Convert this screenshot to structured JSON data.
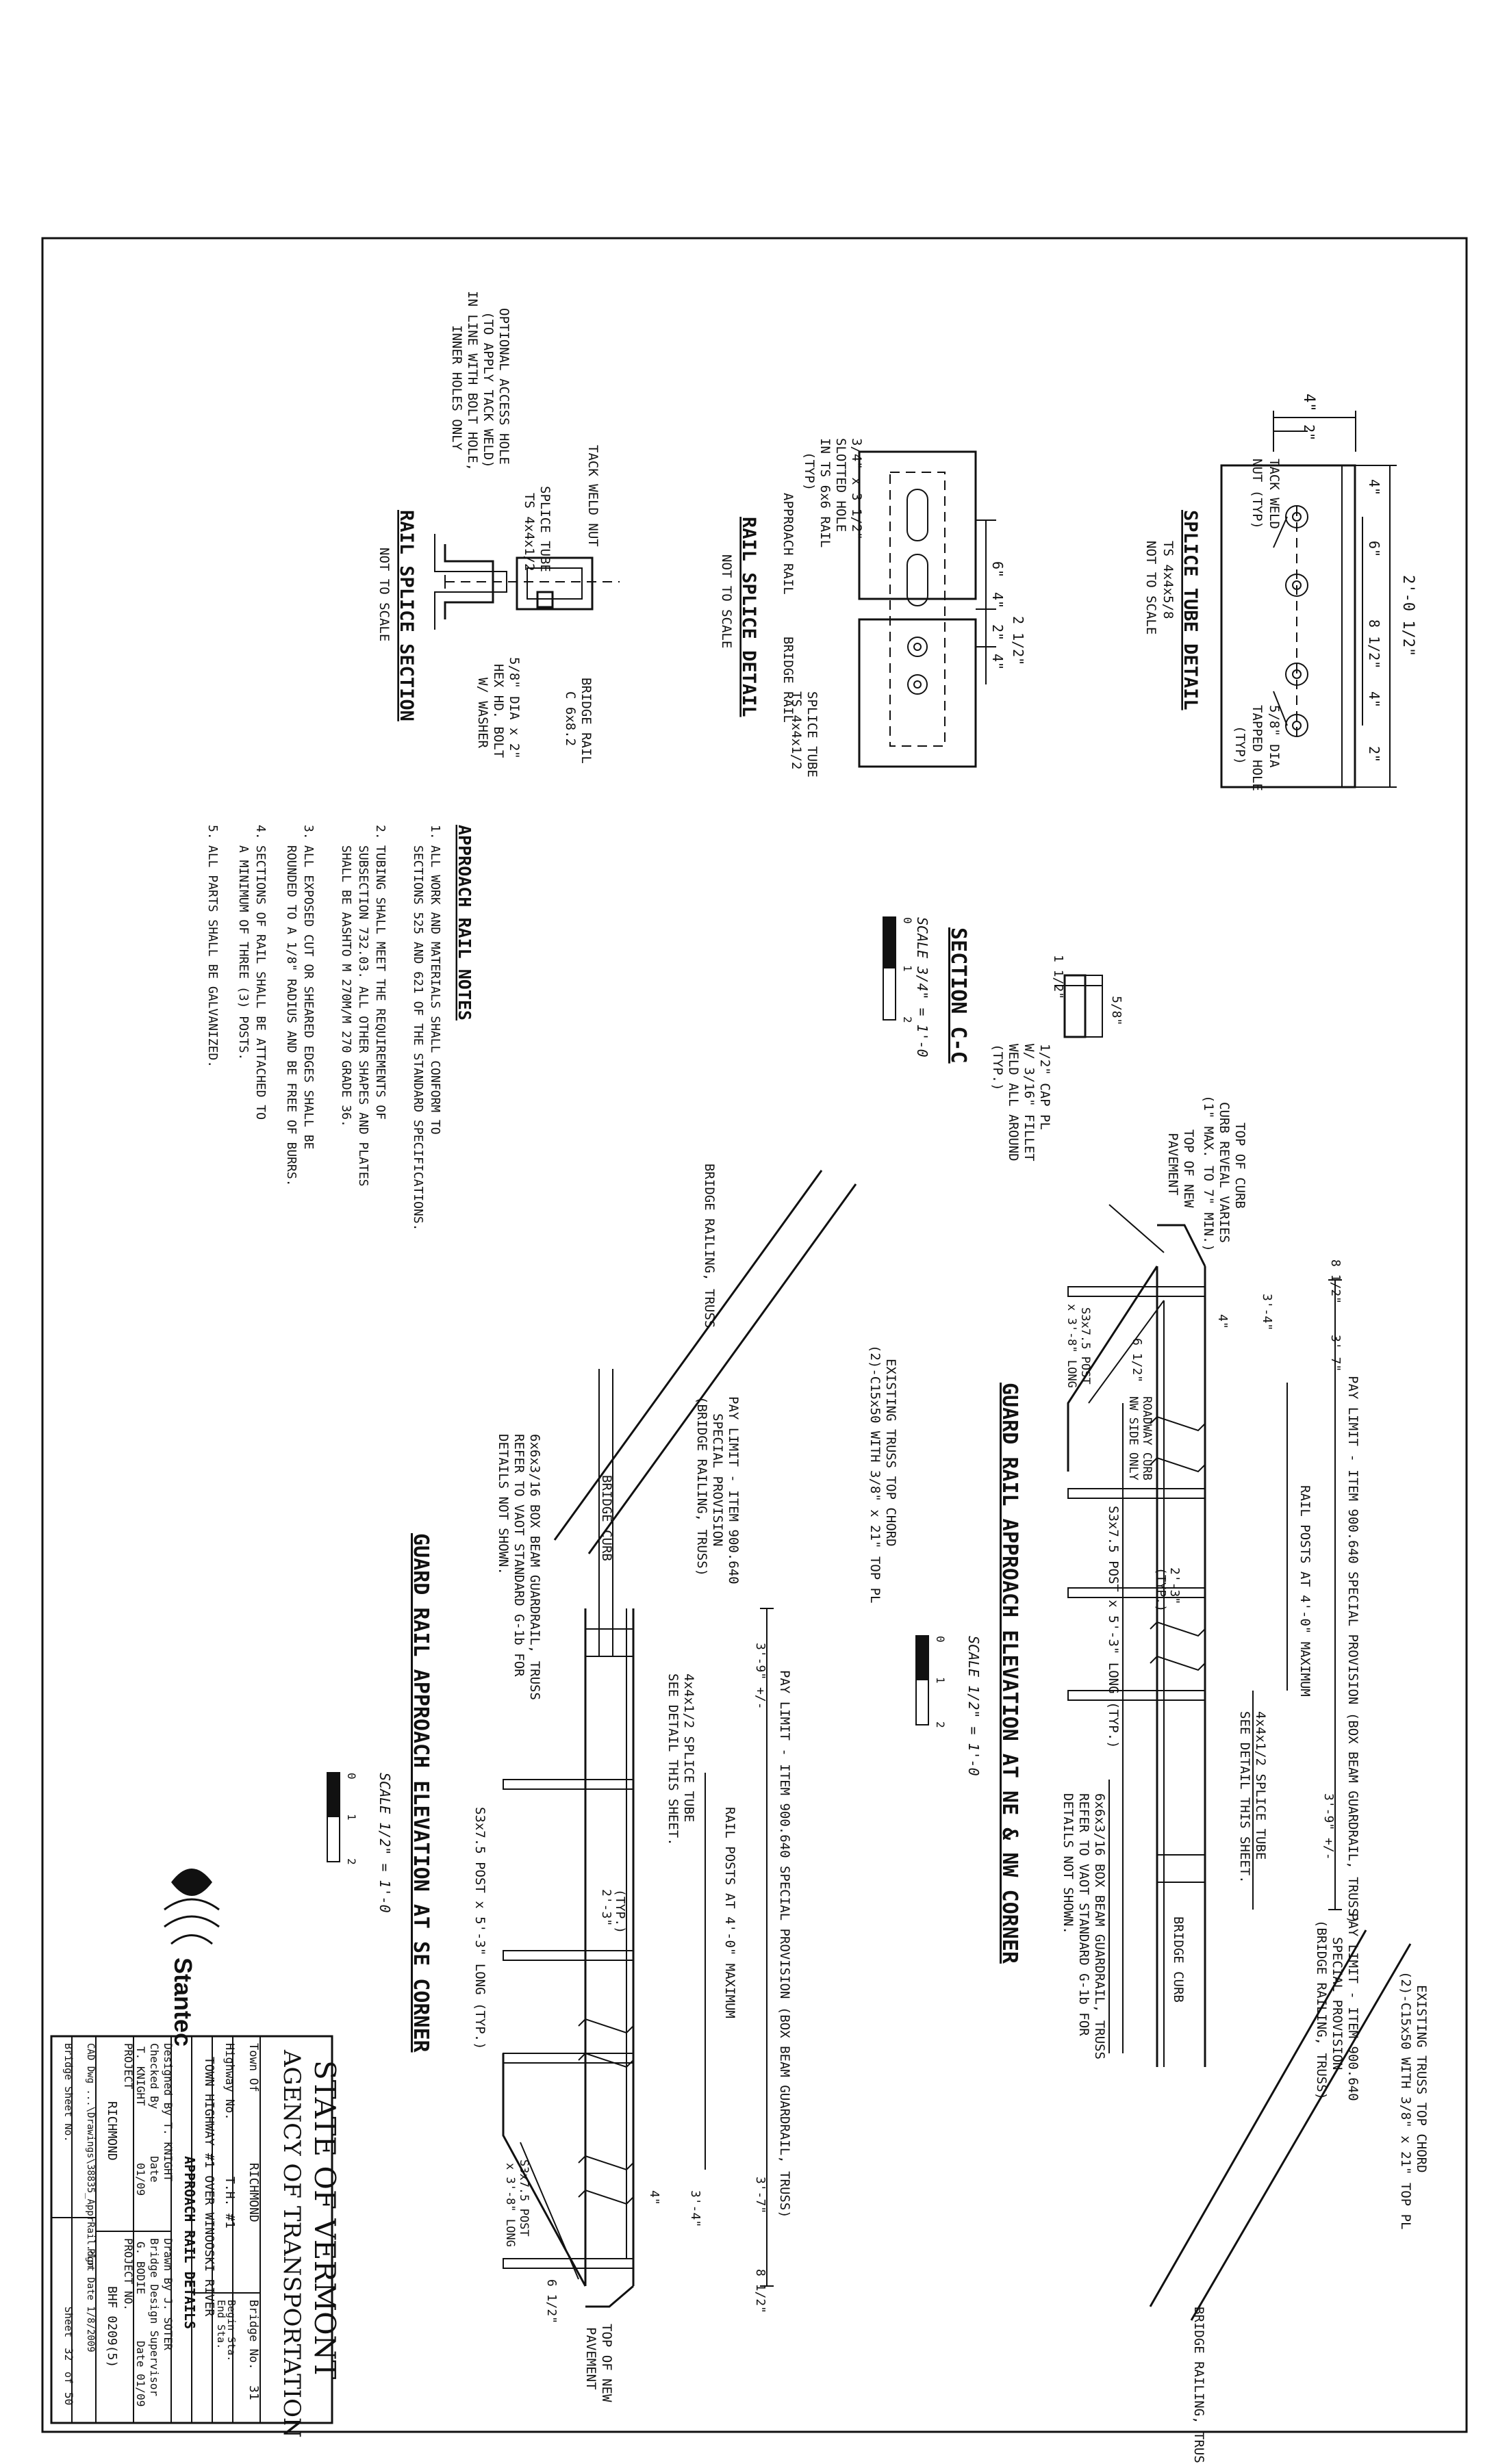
{
  "splice_tube_detail": {
    "title": "SPLICE TUBE DETAIL",
    "subtitle": "TS 4x4x5/8",
    "scale": "NOT TO SCALE",
    "dim_overall": "2'-0 1/2\"",
    "dim_width": "4\"",
    "dim_half": "2\"",
    "dims": [
      "4\"",
      "6\"",
      "8 1/2\"",
      "4\"",
      "2\""
    ],
    "tack_weld": [
      "TACK WELD",
      "NUT (TYP)"
    ],
    "tapped_hole": [
      "5/8\" DIA",
      "TAPPED HOLE",
      "(TYP)"
    ]
  },
  "rail_splice_detail": {
    "title": "RAIL SPLICE DETAIL",
    "scale": "NOT TO SCALE",
    "slotted": [
      "3/4\" x 3 1/2\"",
      "SLOTTED HOLE",
      "IN TS 6x6 RAIL",
      "(TYP)"
    ],
    "approach_rail": "APPROACH RAIL",
    "bridge_rail": "BRIDGE RAIL",
    "splice_tube": [
      "SPLICE TUBE",
      "TS 4x4x1/2"
    ],
    "dims": [
      "6\"",
      "4\"",
      "2 1/2\"",
      "2\"",
      "4\""
    ]
  },
  "rail_splice_section": {
    "title": "RAIL SPLICE SECTION",
    "scale": "NOT TO SCALE",
    "tack_weld_nut": "TACK WELD NUT",
    "splice_tube": [
      "SPLICE TUBE",
      "TS 4x4x1/2"
    ],
    "access_hole": [
      "OPTIONAL ACCESS HOLE",
      "(TO APPLY TACK WELD)",
      "IN LINE WITH BOLT HOLE,",
      "INNER HOLES ONLY"
    ],
    "bridge_rail": [
      "BRIDGE RAIL",
      "C 6x8.2"
    ],
    "bolt": [
      "5/8\" DIA x 2\"",
      "HEX HD. BOLT",
      "W/ WASHER"
    ]
  },
  "section_cc": {
    "title": "SECTION C-C",
    "scale": "SCALE 3/4\" = 1'-0",
    "scale_ticks": [
      "0",
      "1",
      "2"
    ],
    "dim_top": "1 1/2\"",
    "dim_side": "5/8\"",
    "plate": [
      "1/2\" CAP PL",
      "W/ 3/16\" FILLET",
      "WELD ALL AROUND",
      "(TYP.)"
    ]
  },
  "approach_rail_notes": {
    "title": "APPROACH RAIL NOTES",
    "notes": [
      {
        "n": "1.",
        "lines": [
          "ALL WORK AND MATERIALS SHALL CONFORM TO",
          "SECTIONS 525 AND 621 OF THE STANDARD SPECIFICATIONS."
        ]
      },
      {
        "n": "2.",
        "lines": [
          "TUBING SHALL MEET THE REQUIREMENTS OF",
          "SUBSECTION 732.03. ALL OTHER SHAPES AND PLATES",
          "SHALL BE AASHTO M 270M/M 270 GRADE 36."
        ]
      },
      {
        "n": "3.",
        "lines": [
          "ALL EXPOSED CUT OR SHEARED EDGES SHALL BE",
          "ROUNDED TO A 1/8\" RADIUS AND BE FREE OF BURRS."
        ]
      },
      {
        "n": "4.",
        "lines": [
          "SECTIONS OF RAIL SHALL BE ATTACHED TO",
          "A MINIMUM OF THREE (3) POSTS."
        ]
      },
      {
        "n": "5.",
        "lines": [
          "ALL PARTS SHALL BE GALVANIZED."
        ]
      }
    ]
  },
  "elev_ne_nw": {
    "title": "GUARD RAIL APPROACH ELEVATION AT NE & NW CORNER",
    "scale": "SCALE 1/2\" = 1'-0",
    "scale_ticks": [
      "0",
      "1",
      "2"
    ],
    "pay_limit_1": "PAY LIMIT - ITEM 900.640 SPECIAL PROVISION (BOX BEAM GUARDRAIL, TRUSS)",
    "pay_limit_2": [
      "PAY LIMIT - ITEM 900.640",
      "SPECIAL PROVISION",
      "(BRIDGE RAILING, TRUSS)"
    ],
    "existing_chord": [
      "EXISTING TRUSS TOP CHORD",
      "(2)-C15x50 WITH 3/8\" x 21\" TOP PL"
    ],
    "rail_posts": "RAIL POSTS AT 4'-0\" MAXIMUM",
    "top_of_curb": [
      "TOP OF CURB",
      "CURB REVEAL VARIES",
      "(1\" MAX. TO 7\" MIN.)"
    ],
    "top_of_pavement": [
      "TOP OF NEW",
      "PAVEMENT"
    ],
    "post_short": [
      "S3x7.5 POST",
      "x 3'-8\" LONG"
    ],
    "roadway_curb": [
      "ROADWAY CURB",
      "NW SIDE ONLY"
    ],
    "post_long": "S3x7.5 POST x 5'-3\" LONG (TYP.)",
    "splice_tube": [
      "4x4x1/2 SPLICE TUBE",
      "SEE DETAIL THIS SHEET."
    ],
    "box_beam": [
      "6x6x3/16 BOX BEAM GUARDRAIL, TRUSS",
      "REFER TO VAOT STANDARD G-1b FOR",
      "DETAILS NOT SHOWN."
    ],
    "bridge_curb": "BRIDGE CURB",
    "bridge_railing": "BRIDGE RAILING, TRUSS",
    "dims": [
      "8 1/2\"",
      "3'-7\"",
      "3'-9\" +/-",
      "3'-4\"",
      "4\"",
      "6 1/2\"",
      "2'-3\"",
      "(TYP.)"
    ]
  },
  "elev_se": {
    "title": "GUARD RAIL APPROACH ELEVATION AT SE CORNER",
    "scale": "SCALE 1/2\" = 1'-0",
    "scale_ticks": [
      "0",
      "1",
      "2"
    ],
    "pay_limit_1": "PAY LIMIT - ITEM 900.640 SPECIAL PROVISION (BOX BEAM GUARDRAIL, TRUSS)",
    "pay_limit_2": [
      "PAY LIMIT - ITEM 900.640",
      "SPECIAL PROVISION",
      "(BRIDGE RAILING, TRUSS)"
    ],
    "existing_chord": [
      "EXISTING TRUSS TOP CHORD",
      "(2)-C15x50 WITH 3/8\" x 21\" TOP PL"
    ],
    "rail_posts": "RAIL POSTS AT 4'-0\" MAXIMUM",
    "splice_tube": [
      "4x4x1/2 SPLICE TUBE",
      "SEE DETAIL THIS SHEET."
    ],
    "box_beam": [
      "6x6x3/16 BOX BEAM GUARDRAIL, TRUSS",
      "REFER TO VAOT STANDARD G-1b FOR",
      "DETAILS NOT SHOWN."
    ],
    "bridge_curb": "BRIDGE CURB",
    "bridge_railing": "BRIDGE RAILING, TRUSS",
    "post_long": "S3x7.5 POST x 5'-3\" LONG (TYP.)",
    "post_short": [
      "S3x7.5 POST",
      "x 3'-8\" LONG"
    ],
    "top_of_pavement": [
      "TOP OF NEW",
      "PAVEMENT"
    ],
    "dims": [
      "3'-9\" +/-",
      "3'-7\"",
      "8 1/2\"",
      "3'-4\"",
      "4\"",
      "6 1/2\"",
      "2'-3\"",
      "(TYP.)"
    ]
  },
  "title_block": {
    "agency_1": "STATE OF VERMONT",
    "agency_2": "AGENCY OF TRANSPORTATION",
    "town_label": "Town Of",
    "town": "RICHMOND",
    "bridge_label": "Bridge No.",
    "bridge": "31",
    "highway_label": "Highway No.",
    "highway": "T.H. #1",
    "begin_sta": "Begin Sta.",
    "end_sta": "End Sta.",
    "project_desc": "TOWN HIGHWAY #1 OVER WINOOSKI RIVER",
    "sheet_title": "APPROACH RAIL DETAILS",
    "designed": "Designed By T. KNIGHT",
    "drawn": "Drawn By J. SOTER",
    "checked_label": "Checked By",
    "checked": "T. KNIGHT",
    "date_label": "Date",
    "date_1": "01/09",
    "supervisor": "Bridge Design Supervisor",
    "supervisor_name": "G. BODIE",
    "date_2": "Date 01/09",
    "project_label": "PROJECT",
    "project": "RICHMOND",
    "project_no_label": "PROJECT NO.",
    "project_no": "BHF 0209(5)",
    "cad": "CAD Dwg ...\\Drawings\\38835_ApprRail.dgn",
    "plot": "Plot Date 1/8/2009",
    "bridge_sheet": "Bridge Sheet No.",
    "sheet_word": "Sheet",
    "sheet_no": "32",
    "of_word": "of",
    "sheet_total": "50"
  },
  "logo": {
    "text": "Stantec"
  }
}
